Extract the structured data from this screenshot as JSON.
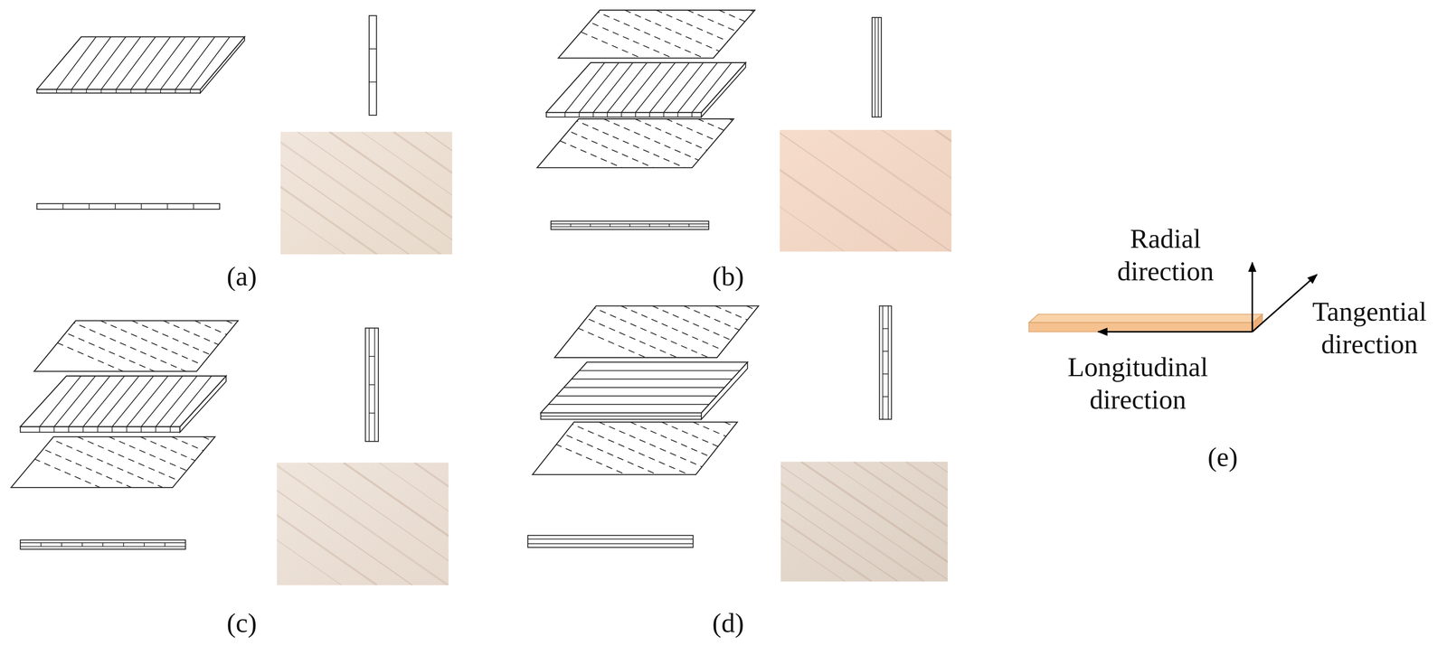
{
  "diagram": {
    "labels": [
      "(a)",
      "(b)",
      "(c)",
      "(d)",
      "Radial direction",
      "Tangential direction",
      "Longitudinal direction",
      "(e)"
    ]
  }
}
